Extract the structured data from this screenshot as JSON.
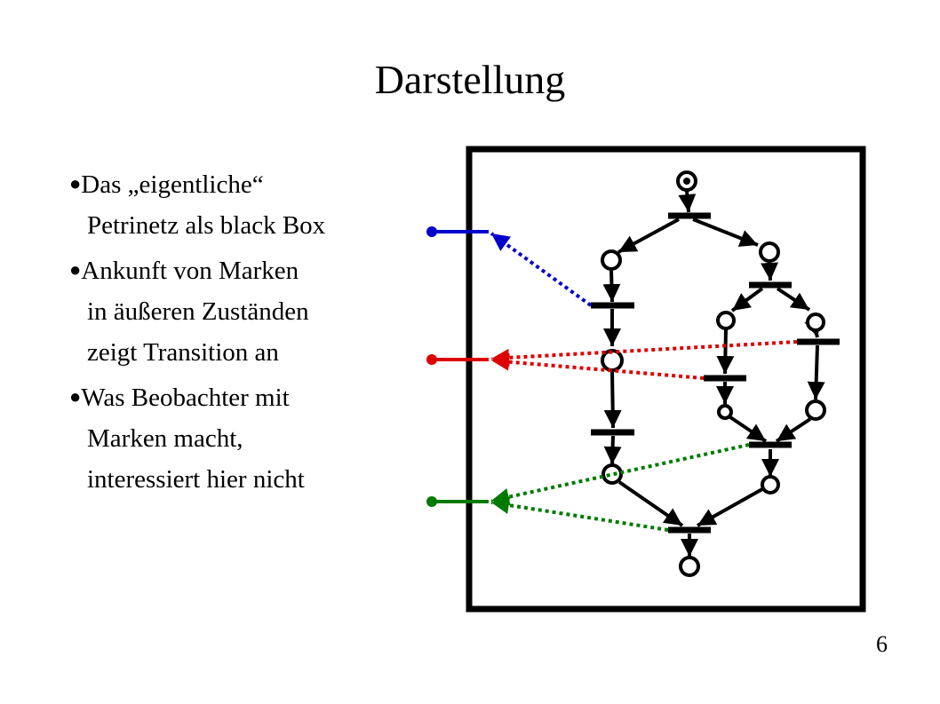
{
  "slide": {
    "title": "Darstellung",
    "bullet_marker": "●",
    "bullets": [
      {
        "lines": [
          "Das „eigentliche“",
          "Petrinetz als black Box"
        ]
      },
      {
        "lines": [
          "Ankunft von Marken",
          "in äußeren Zuständen",
          "zeigt Transition an"
        ]
      },
      {
        "lines": [
          "Was Beobachter mit",
          "Marken macht,",
          "interessiert hier nicht"
        ]
      }
    ],
    "page_number": "6"
  },
  "colors": {
    "ink": "#000000",
    "blue_observer": "#0000cc",
    "red_observer": "#dd0000",
    "green_observer": "#007a00"
  }
}
